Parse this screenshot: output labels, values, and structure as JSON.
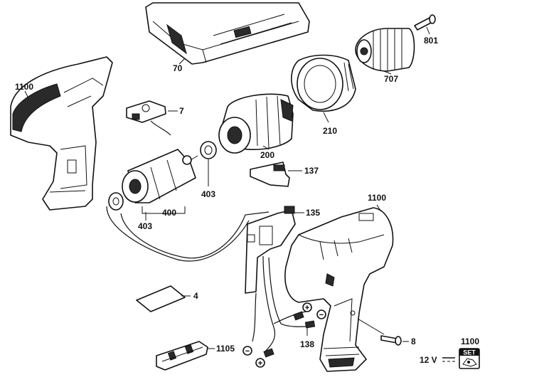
{
  "labels": {
    "case": "70",
    "screw_801": "801",
    "chuck_707": "707",
    "housing_left": "1100",
    "switch_7": "7",
    "gear_cover_210": "210",
    "gearbox_200": "200",
    "motor_400": "400",
    "washer_403_top": "403",
    "washer_403_bottom": "403",
    "slide_137": "137",
    "switch_135": "135",
    "housing_right": "1100",
    "label_4": "4",
    "screw_8": "8",
    "wires_138": "138",
    "contact_1105": "1105",
    "set_1100": "1100"
  },
  "voltage": "12 V",
  "set_badge": "SET",
  "polarity": {
    "plus": "+",
    "minus": "−"
  }
}
